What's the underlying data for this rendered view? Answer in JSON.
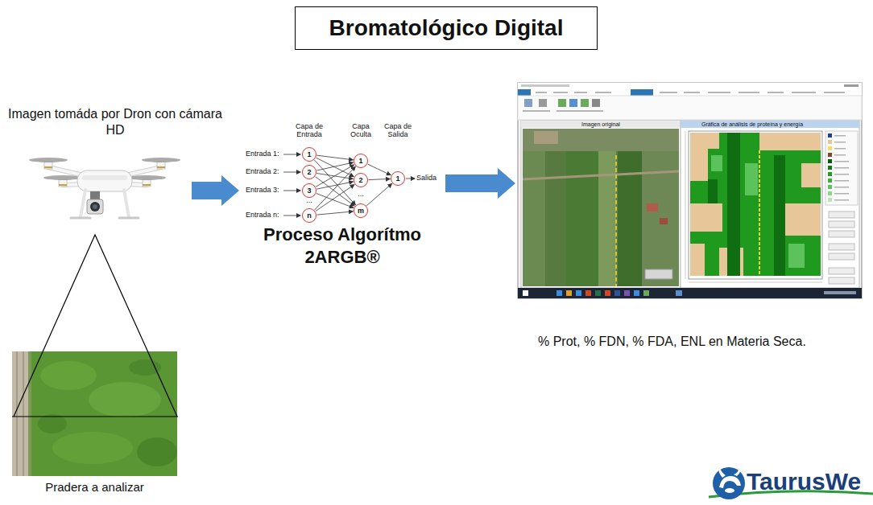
{
  "diagram": {
    "title": "Bromatológico Digital",
    "nodes": [
      {
        "text": [
          "Imagen tomáda por Dron con cámara HD"
        ]
      },
      {
        "text": [
          "Proceso Algorítmo 2ARGB®"
        ]
      },
      {
        "text": [
          "1"
        ],
        "in": 1
      },
      {
        "text": [
          "2"
        ],
        "in": 1
      },
      {
        "text": [
          "3"
        ],
        "in": 1
      },
      {
        "text": [
          "n"
        ],
        "in": 1
      },
      {
        "text": [
          "1"
        ],
        "in": 1
      },
      {
        "text": [
          "2"
        ],
        "in": 1
      },
      {
        "text": [
          "m"
        ],
        "in": 1
      },
      {
        "text": [
          "1"
        ],
        "in": 1
      },
      {
        "text": [
          "% Prot, % FDN, % FDA, ENL en Materia Seca."
        ]
      },
      {
        "text": [
          "Pradera a analizar"
        ]
      }
    ],
    "edges": [
      {
        "from": 0,
        "to": 1,
        "arrow": "to"
      },
      {
        "from": 1,
        "to": 10,
        "arrow": "to"
      },
      {
        "from": 2,
        "to": 6,
        "arrow": "to"
      },
      {
        "from": 2,
        "to": 7,
        "arrow": "to"
      },
      {
        "from": 2,
        "to": 8,
        "arrow": "to"
      },
      {
        "from": 3,
        "to": 6,
        "arrow": "to"
      },
      {
        "from": 3,
        "to": 7,
        "arrow": "to"
      },
      {
        "from": 3,
        "to": 8,
        "arrow": "to"
      },
      {
        "from": 4,
        "to": 6,
        "arrow": "to"
      },
      {
        "from": 4,
        "to": 7,
        "arrow": "to"
      },
      {
        "from": 4,
        "to": 8,
        "arrow": "to"
      },
      {
        "from": 5,
        "to": 6,
        "arrow": "to"
      },
      {
        "from": 5,
        "to": 7,
        "arrow": "to"
      },
      {
        "from": 5,
        "to": 8,
        "arrow": "to"
      },
      {
        "from": 6,
        "to": 9,
        "arrow": "to"
      },
      {
        "from": 7,
        "to": 9,
        "arrow": "to"
      },
      {
        "from": 8,
        "to": 9,
        "arrow": "to"
      }
    ],
    "labels": [
      "Capa de Entrada",
      "Capa Oculta",
      "Capa de Salida",
      "Entrada 1:",
      "Entrada 2:",
      "Entrada 3:",
      "Entrada n:",
      "...",
      "...",
      "Salida",
      "Imagen original",
      "Gráfica de análisis de proteína y energía",
      "TaurusWe"
    ]
  }
}
